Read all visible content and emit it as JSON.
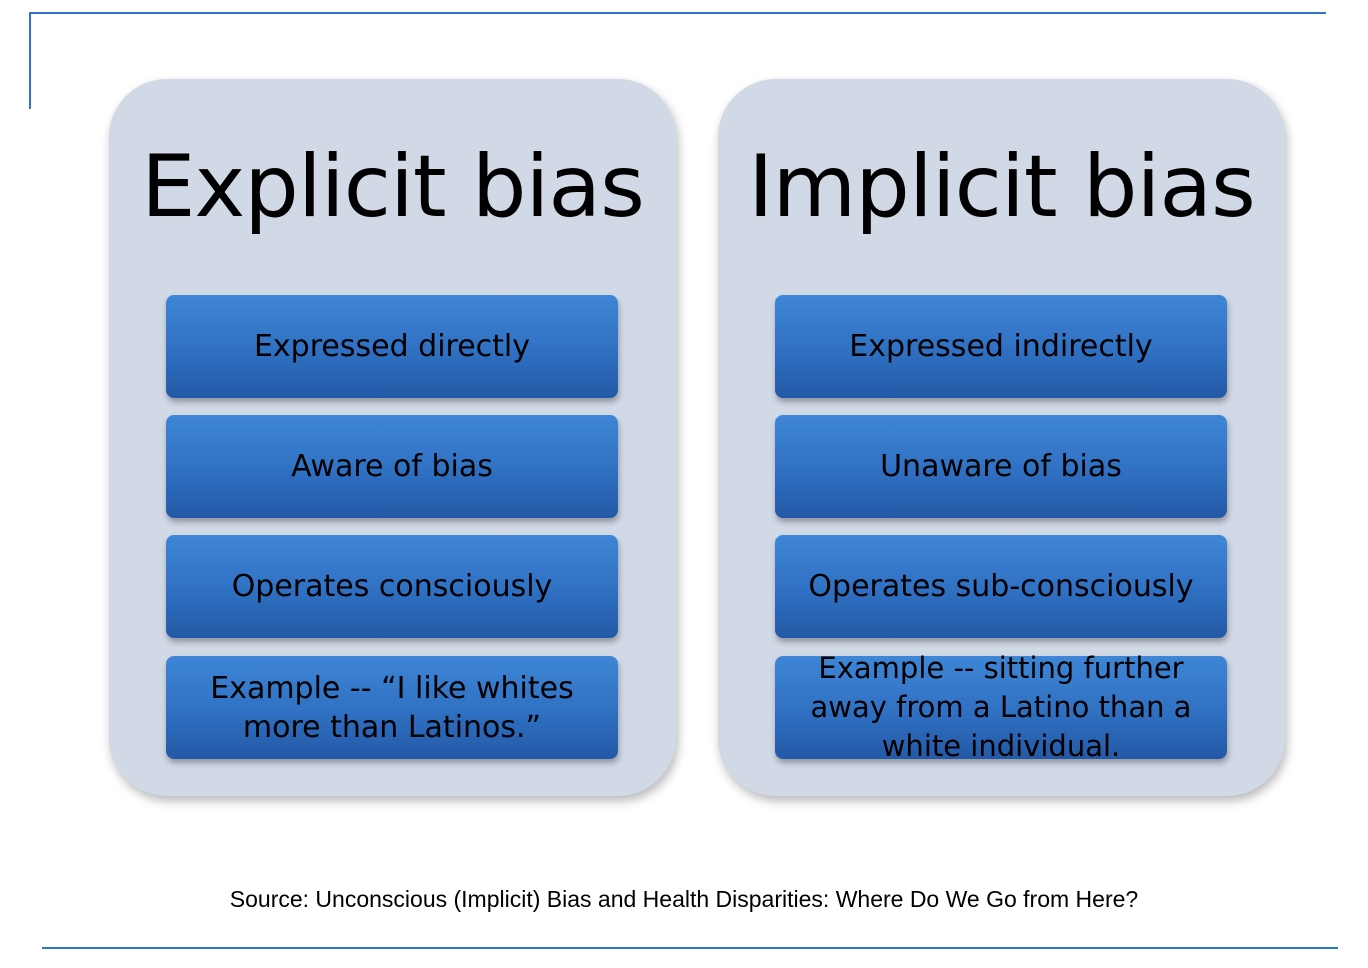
{
  "colors": {
    "frame_line": "#2e75c9",
    "panel_fill": "#d1d8e6",
    "box_fill_top": "#3f86d6",
    "box_fill_bottom": "#2459a6"
  },
  "left_panel": {
    "title": "Explicit bias",
    "items": [
      "Expressed directly",
      "Aware of bias",
      "Operates consciously",
      "Example -- “I like whites more than Latinos.”"
    ]
  },
  "right_panel": {
    "title": "Implicit bias",
    "items": [
      "Expressed indirectly",
      "Unaware of bias",
      "Operates sub-consciously",
      "Example -- sitting further away from a Latino than a white individual."
    ]
  },
  "source": "Source: Unconscious (Implicit) Bias and Health Disparities: Where Do We Go from Here?"
}
